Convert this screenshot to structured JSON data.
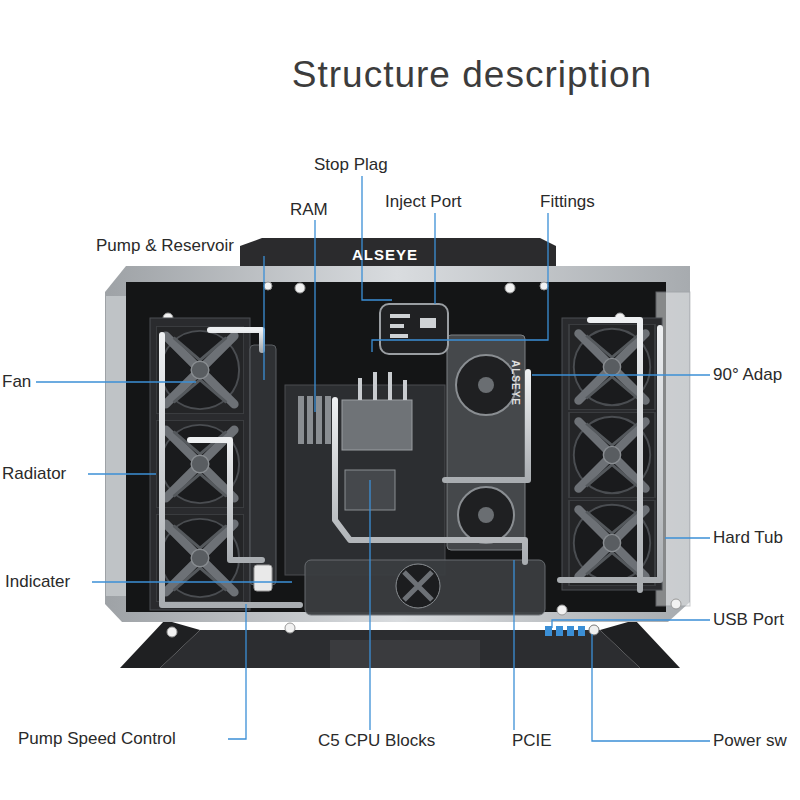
{
  "diagram": {
    "title": "Structure description",
    "labels": [
      "Stop Plag",
      "RAM",
      "Inject Port",
      "Fittings",
      "Pump & Reservoir",
      "ALSEYE",
      "Fan",
      "90° Adap",
      "Radiator",
      "ALSEYE",
      "Hard Tub",
      "Indicater",
      "USB Port",
      "Pump Speed Control",
      "C5 CPU Blocks",
      "PCIE",
      "Power sw"
    ]
  }
}
